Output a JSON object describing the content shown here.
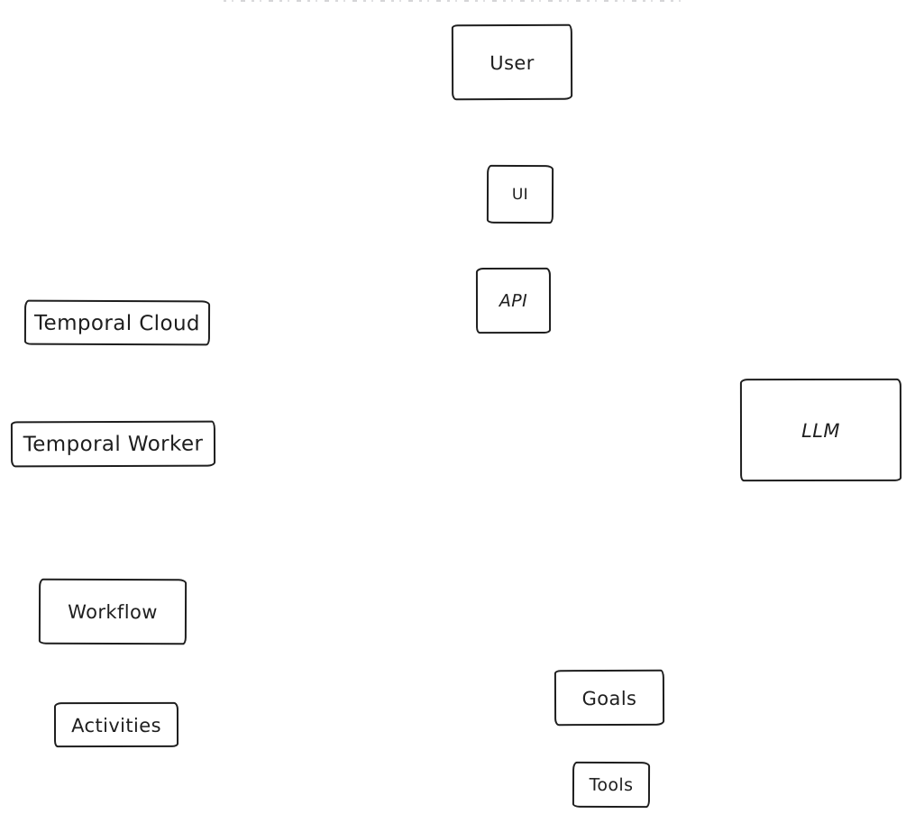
{
  "diagram": {
    "nodes": {
      "user": {
        "label": "User"
      },
      "ui": {
        "label": "UI"
      },
      "api": {
        "label": "API"
      },
      "temporal_cloud": {
        "label": "Temporal Cloud"
      },
      "temporal_worker": {
        "label": "Temporal Worker"
      },
      "llm": {
        "label": "LLM"
      },
      "workflow": {
        "label": "Workflow"
      },
      "goals": {
        "label": "Goals"
      },
      "activities": {
        "label": "Activities"
      },
      "tools": {
        "label": "Tools"
      }
    },
    "colors": {
      "stroke": "#1e1e1e",
      "canvas_background": "#ffffff"
    }
  }
}
